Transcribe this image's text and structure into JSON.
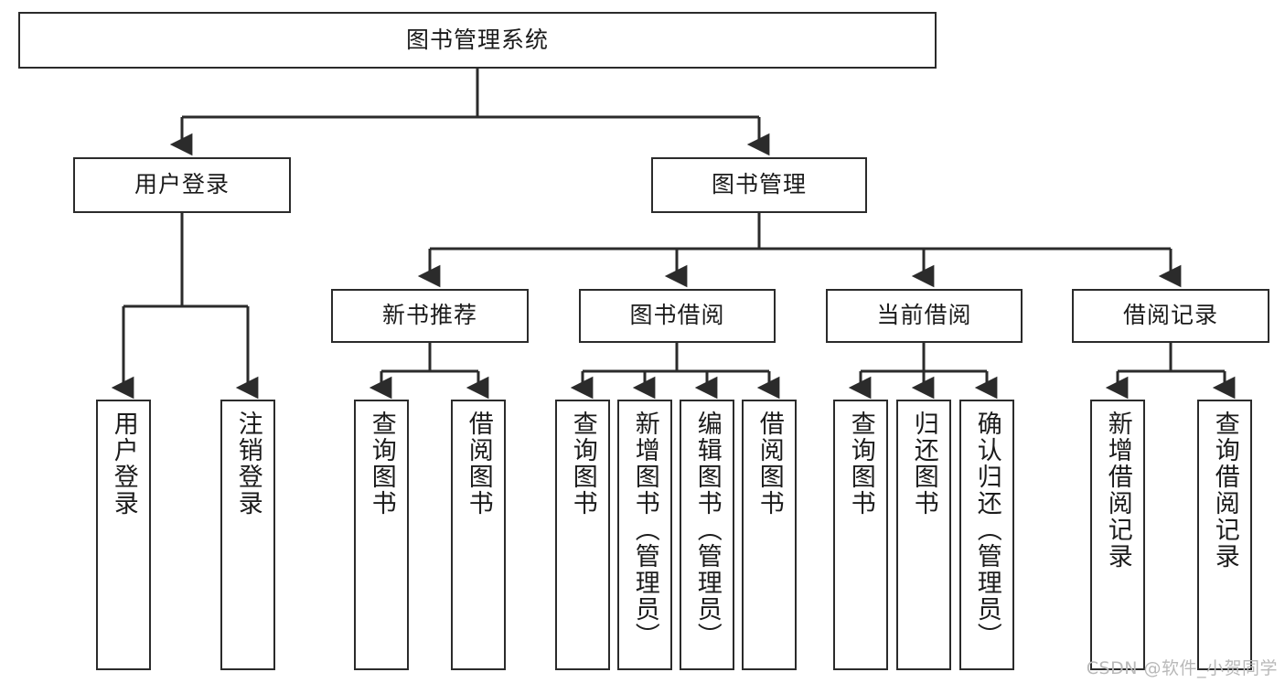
{
  "diagram": {
    "type": "tree-hierarchy",
    "title": "图书管理系统",
    "background": "#ffffff",
    "line_color": "#2b2b2b",
    "text_color": "#1b1b1b"
  },
  "root": {
    "label": "图书管理系统"
  },
  "level1": [
    {
      "label": "用户登录"
    },
    {
      "label": "图书管理"
    }
  ],
  "level2": [
    {
      "label": "新书推荐"
    },
    {
      "label": "图书借阅"
    },
    {
      "label": "当前借阅"
    },
    {
      "label": "借阅记录"
    }
  ],
  "leaves": {
    "user_login": [
      {
        "label": "用户登录"
      },
      {
        "label": "注销登录"
      }
    ],
    "new_book_recommend": [
      {
        "label": "查询图书"
      },
      {
        "label": "借阅图书"
      }
    ],
    "book_borrow": [
      {
        "label": "查询图书"
      },
      {
        "label": "新增图书（管理员）"
      },
      {
        "label": "编辑图书（管理员）"
      },
      {
        "label": "借阅图书"
      }
    ],
    "current_borrow": [
      {
        "label": "查询图书"
      },
      {
        "label": "归还图书"
      },
      {
        "label": "确认归还（管理员）"
      }
    ],
    "borrow_record": [
      {
        "label": "新增借阅记录"
      },
      {
        "label": "查询借阅记录"
      }
    ]
  },
  "watermark": {
    "text": "CSDN @软件_小贺同学"
  }
}
